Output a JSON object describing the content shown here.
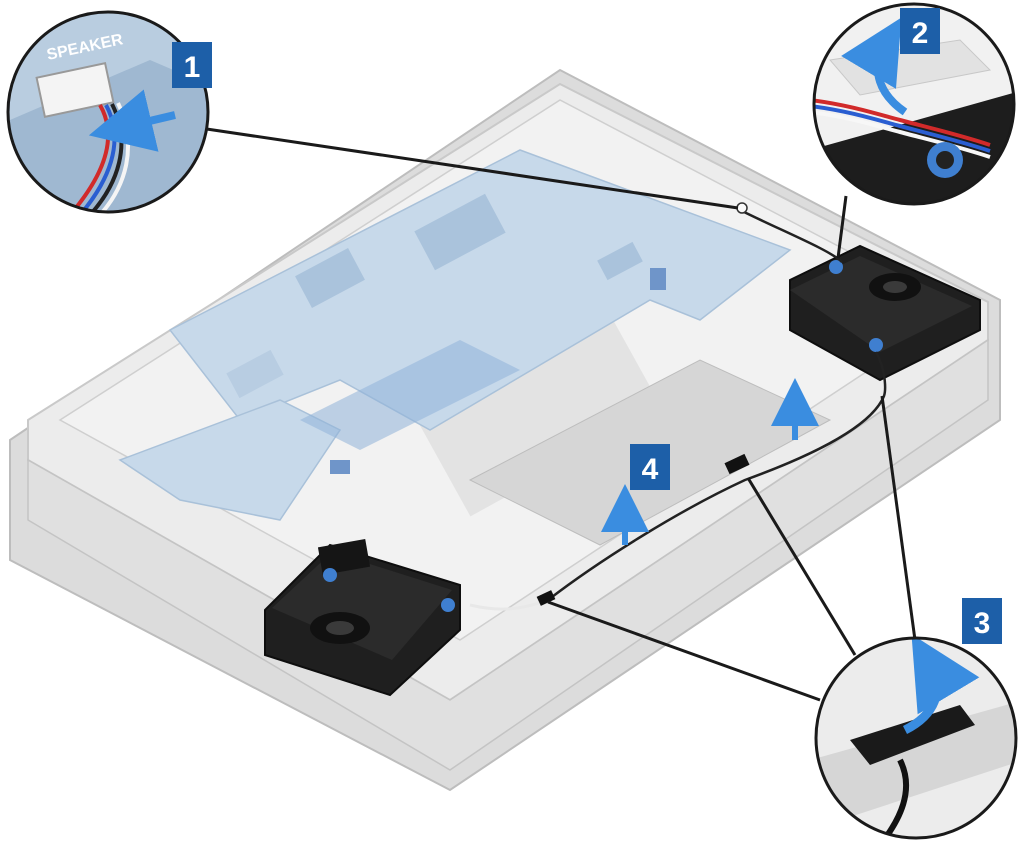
{
  "callouts": [
    {
      "id": "1",
      "label": "1"
    },
    {
      "id": "2",
      "label": "2"
    },
    {
      "id": "3",
      "label": "3"
    },
    {
      "id": "4",
      "label": "4"
    }
  ],
  "connector_label": "SPEAKER",
  "colors": {
    "callout": "#1d5fa8",
    "callout_text": "#ffffff",
    "arrow": "#3a8de0",
    "board": "#c7d9ea",
    "chassis": "#e6e6e6",
    "speaker": "#1f1f1f",
    "grommet": "#3f7fd0",
    "leader": "#1a1a1a"
  },
  "icons": {
    "callout_1": "square-number-badge",
    "callout_2": "square-number-badge",
    "callout_3": "square-number-badge",
    "callout_4": "square-number-badge",
    "direction_arrows": "curved-lift-arrow"
  }
}
